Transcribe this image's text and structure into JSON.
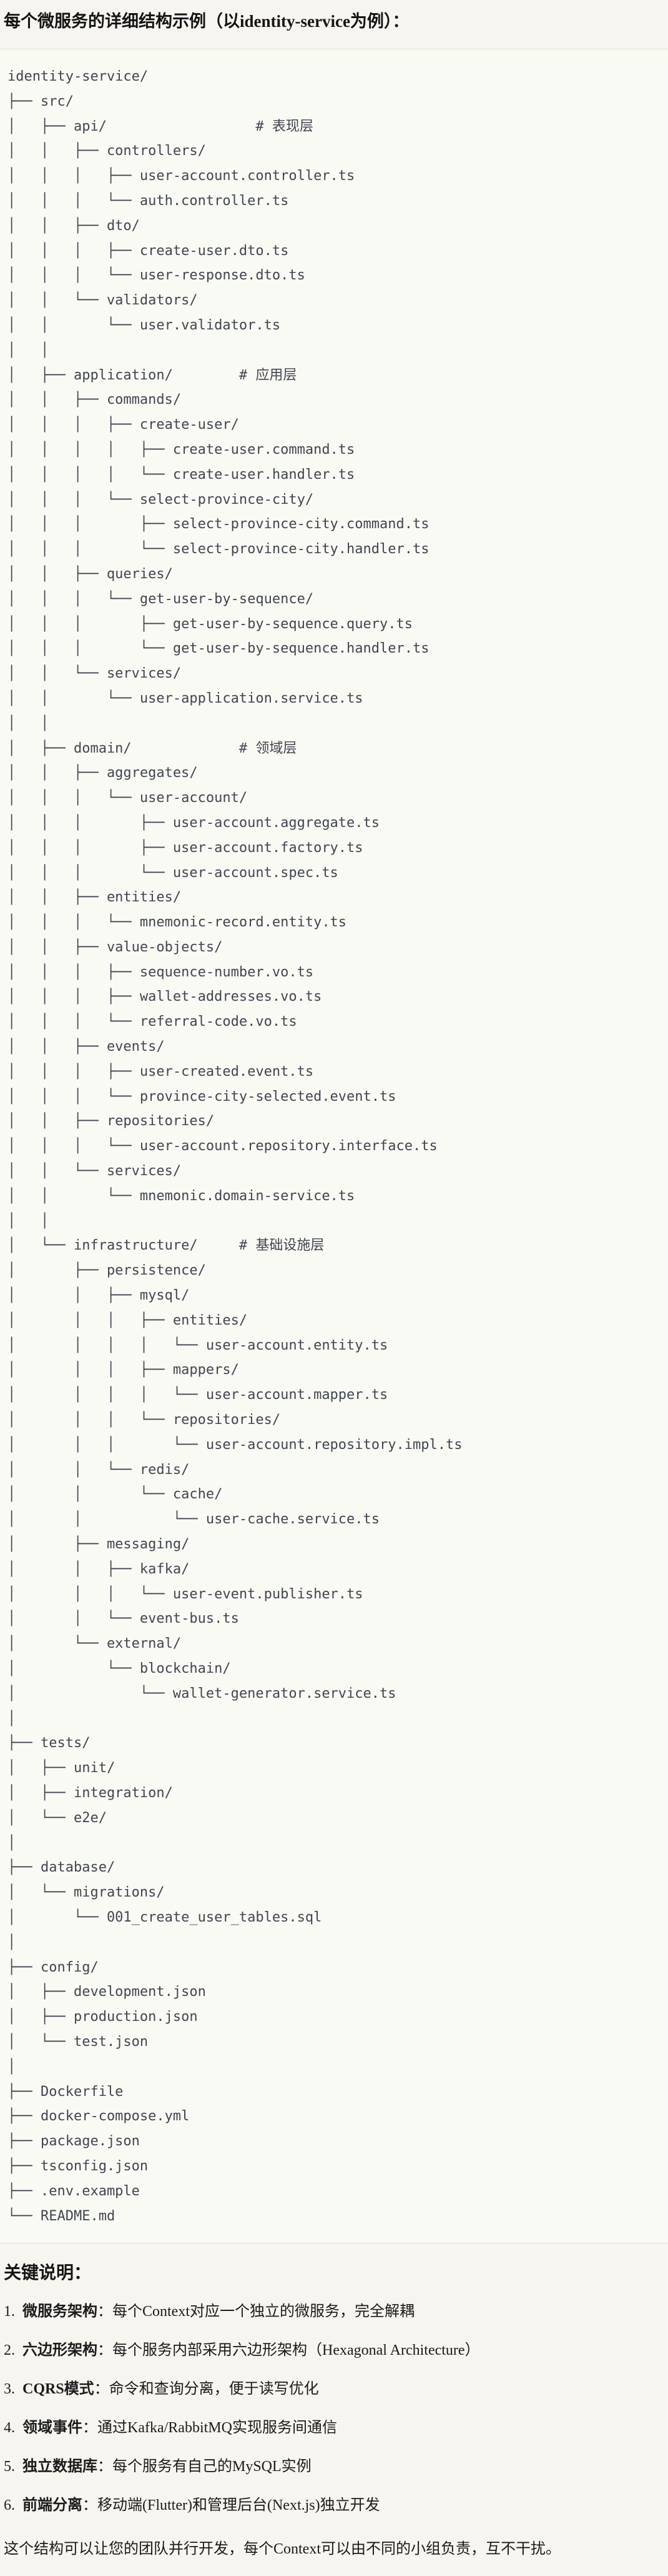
{
  "page": {
    "title": "每个微服务的详细结构示例（以identity-service为例）："
  },
  "tree": {
    "language": "plaintext-directory-tree",
    "lines": [
      "identity-service/",
      "├── src/",
      "│   ├── api/                  # 表现层",
      "│   │   ├── controllers/",
      "│   │   │   ├── user-account.controller.ts",
      "│   │   │   └── auth.controller.ts",
      "│   │   ├── dto/",
      "│   │   │   ├── create-user.dto.ts",
      "│   │   │   └── user-response.dto.ts",
      "│   │   └── validators/",
      "│   │       └── user.validator.ts",
      "│   │",
      "│   ├── application/        # 应用层",
      "│   │   ├── commands/",
      "│   │   │   ├── create-user/",
      "│   │   │   │   ├── create-user.command.ts",
      "│   │   │   │   └── create-user.handler.ts",
      "│   │   │   └── select-province-city/",
      "│   │   │       ├── select-province-city.command.ts",
      "│   │   │       └── select-province-city.handler.ts",
      "│   │   ├── queries/",
      "│   │   │   └── get-user-by-sequence/",
      "│   │   │       ├── get-user-by-sequence.query.ts",
      "│   │   │       └── get-user-by-sequence.handler.ts",
      "│   │   └── services/",
      "│   │       └── user-application.service.ts",
      "│   │",
      "│   ├── domain/             # 领域层",
      "│   │   ├── aggregates/",
      "│   │   │   └── user-account/",
      "│   │   │       ├── user-account.aggregate.ts",
      "│   │   │       ├── user-account.factory.ts",
      "│   │   │       └── user-account.spec.ts",
      "│   │   ├── entities/",
      "│   │   │   └── mnemonic-record.entity.ts",
      "│   │   ├── value-objects/",
      "│   │   │   ├── sequence-number.vo.ts",
      "│   │   │   ├── wallet-addresses.vo.ts",
      "│   │   │   └── referral-code.vo.ts",
      "│   │   ├── events/",
      "│   │   │   ├── user-created.event.ts",
      "│   │   │   └── province-city-selected.event.ts",
      "│   │   ├── repositories/",
      "│   │   │   └── user-account.repository.interface.ts",
      "│   │   └── services/",
      "│   │       └── mnemonic.domain-service.ts",
      "│   │",
      "│   └── infrastructure/     # 基础设施层",
      "│       ├── persistence/",
      "│       │   ├── mysql/",
      "│       │   │   ├── entities/",
      "│       │   │   │   └── user-account.entity.ts",
      "│       │   │   ├── mappers/",
      "│       │   │   │   └── user-account.mapper.ts",
      "│       │   │   └── repositories/",
      "│       │   │       └── user-account.repository.impl.ts",
      "│       │   └── redis/",
      "│       │       └── cache/",
      "│       │           └── user-cache.service.ts",
      "│       ├── messaging/",
      "│       │   ├── kafka/",
      "│       │   │   └── user-event.publisher.ts",
      "│       │   └── event-bus.ts",
      "│       └── external/",
      "│           └── blockchain/",
      "│               └── wallet-generator.service.ts",
      "│",
      "├── tests/",
      "│   ├── unit/",
      "│   ├── integration/",
      "│   └── e2e/",
      "│",
      "├── database/",
      "│   └── migrations/",
      "│       └── 001_create_user_tables.sql",
      "│",
      "├── config/",
      "│   ├── development.json",
      "│   ├── production.json",
      "│   └── test.json",
      "│",
      "├── Dockerfile",
      "├── docker-compose.yml",
      "├── package.json",
      "├── tsconfig.json",
      "├── .env.example",
      "└── README.md"
    ]
  },
  "notes": {
    "heading": "关键说明：",
    "items": [
      {
        "num": "1.",
        "label": "微服务架构",
        "text": "：每个Context对应一个独立的微服务，完全解耦"
      },
      {
        "num": "2.",
        "label": "六边形架构",
        "text": "：每个服务内部采用六边形架构（Hexagonal Architecture）"
      },
      {
        "num": "3.",
        "label": "CQRS模式",
        "text": "：命令和查询分离，便于读写优化"
      },
      {
        "num": "4.",
        "label": "领域事件",
        "text": "：通过Kafka/RabbitMQ实现服务间通信"
      },
      {
        "num": "5.",
        "label": "独立数据库",
        "text": "：每个服务有自己的MySQL实例"
      },
      {
        "num": "6.",
        "label": "前端分离",
        "text": "：移动端(Flutter)和管理后台(Next.js)独立开发"
      }
    ],
    "footer": "这个结构可以让您的团队并行开发，每个Context可以由不同的小组负责，互不干扰。"
  },
  "colors": {
    "page_bg": "#f7f5ef",
    "code_bg": "#fafaf5",
    "code_border": "#e3e0d7",
    "tree_text": "#40454f",
    "body_text": "#1b1b1b"
  }
}
